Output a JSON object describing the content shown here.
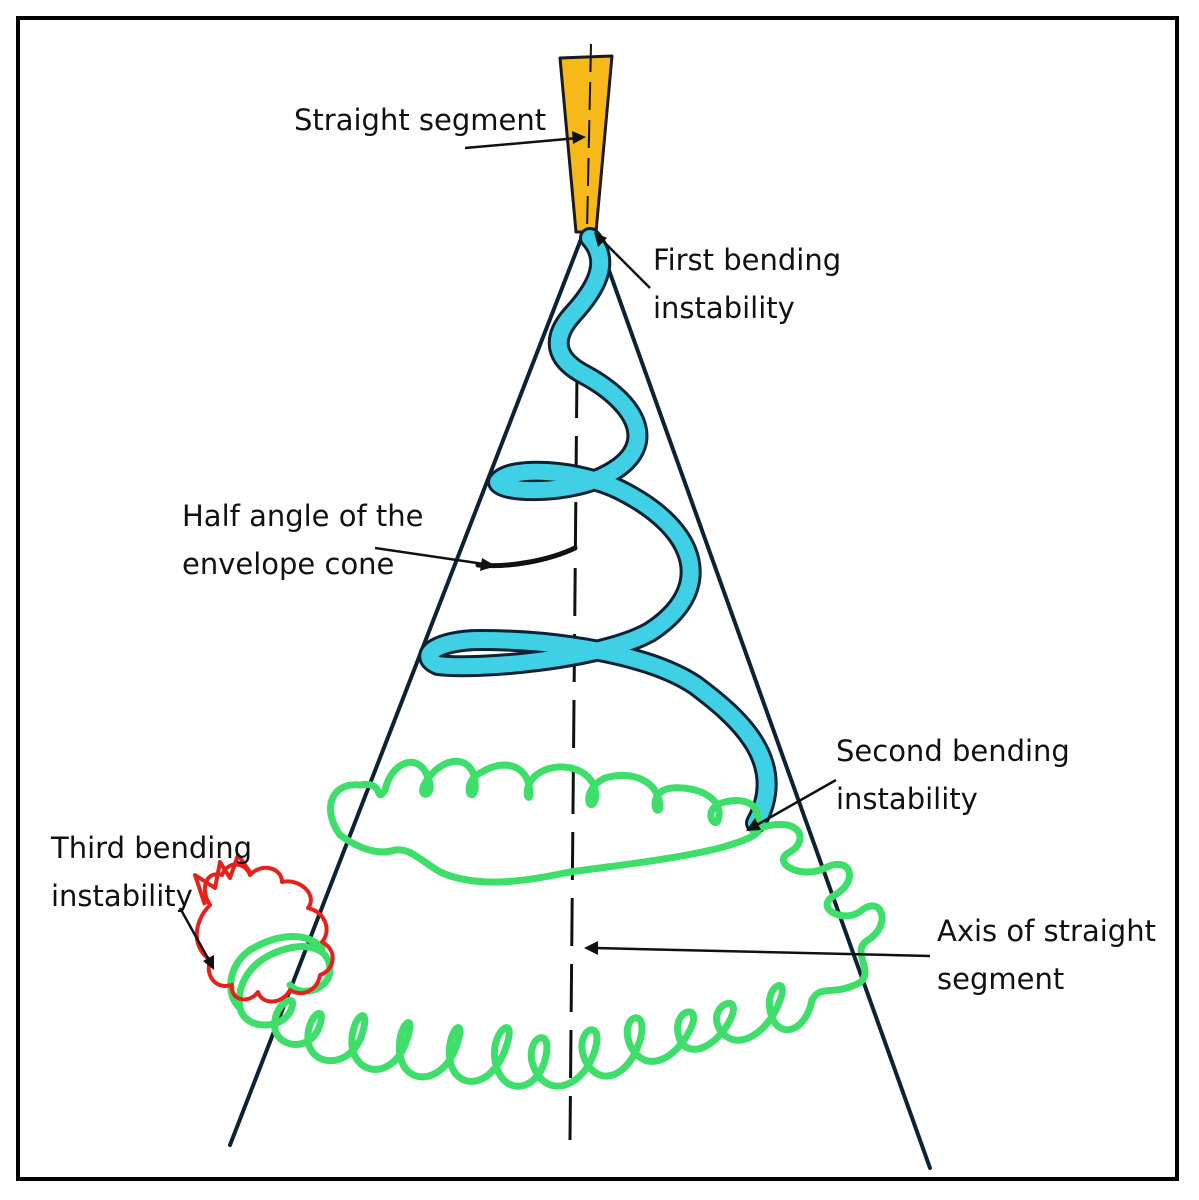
{
  "diagram": {
    "labels": {
      "straight_segment": "Straight segment",
      "first_bending": [
        "First bending",
        "instability"
      ],
      "half_angle": [
        "Half angle of the",
        "envelope cone"
      ],
      "second_bending": [
        "Second bending",
        "instability"
      ],
      "third_bending": [
        "Third bending",
        "instability"
      ],
      "axis": [
        "Axis of straight",
        "segment"
      ]
    },
    "colors": {
      "frame": "#000000",
      "cone_lines": "#0d2233",
      "straight_segment_fill": "#f7b81a",
      "first_instability": "#3fd0e6",
      "second_instability": "#3ede6a",
      "third_instability": "#e8201a",
      "text": "#111111"
    }
  }
}
